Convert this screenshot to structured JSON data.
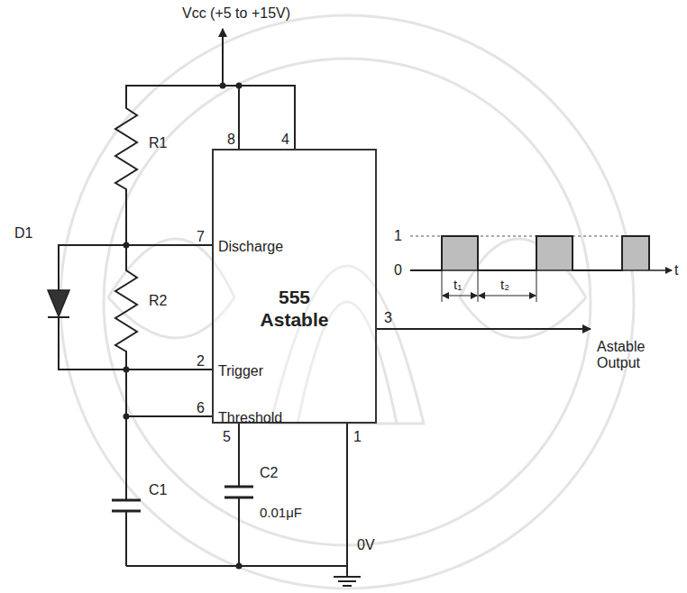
{
  "diagram": {
    "nodes": [
      {
        "text": [
          "Discharge",
          "555 Astable",
          "Trigger",
          "Threshold"
        ]
      }
    ],
    "edges": [],
    "labels": [
      "Vcc (+5 to +15V)",
      "8",
      "4",
      "R1",
      "7",
      "D1",
      "R2",
      "3",
      "1",
      "0",
      "t",
      "t₁",
      "t₂",
      "Astable Output",
      "2",
      "6",
      "C1",
      "5",
      "C2",
      "0.01μF",
      "1",
      "0V"
    ]
  }
}
